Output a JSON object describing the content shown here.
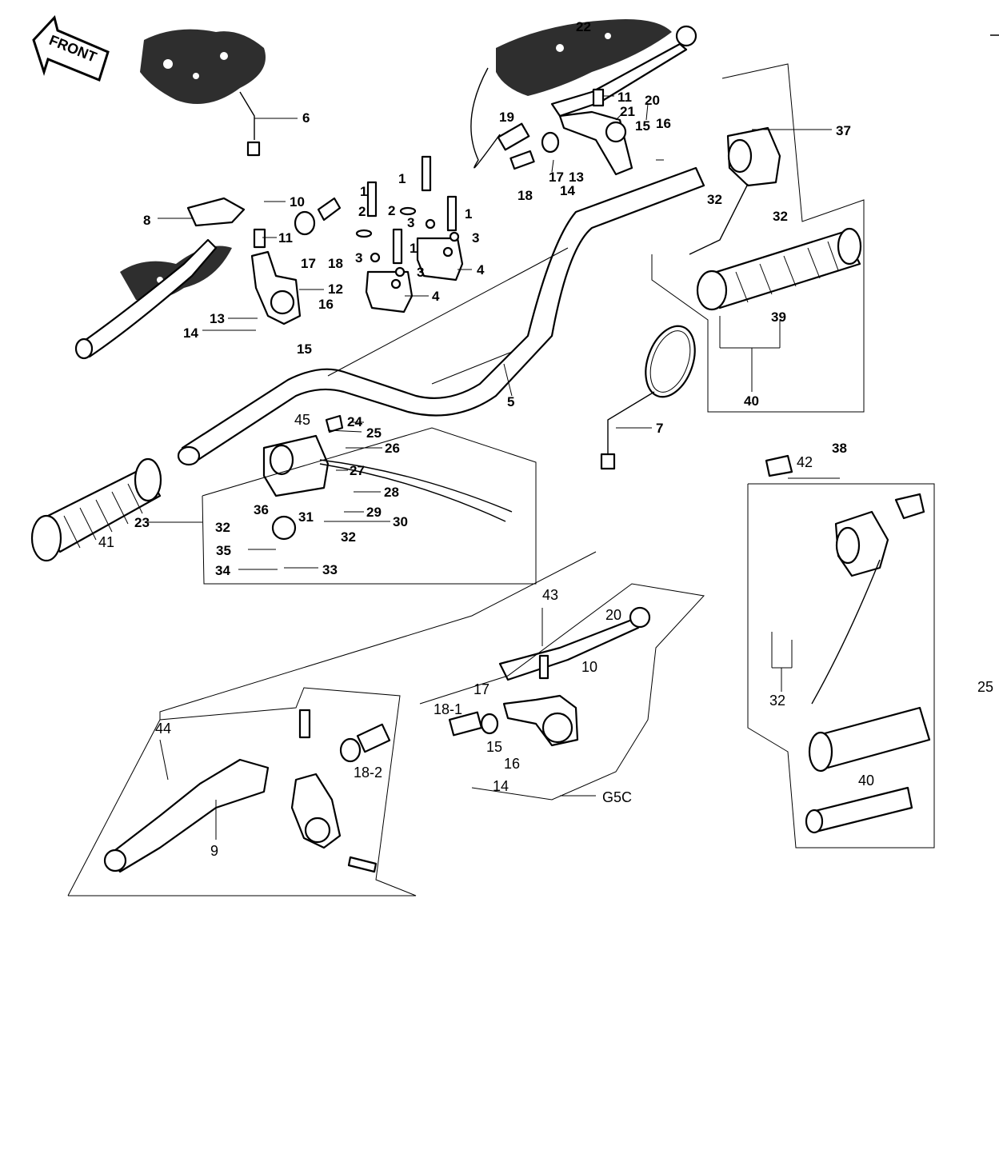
{
  "arrow": {
    "text": "FRONT"
  },
  "page_number": "25",
  "variant_label": "G5C",
  "labels": [
    {
      "id": "l1a",
      "text": "1"
    },
    {
      "id": "l1b",
      "text": "1"
    },
    {
      "id": "l1c",
      "text": "1"
    },
    {
      "id": "l1d",
      "text": "1"
    },
    {
      "id": "l2a",
      "text": "2"
    },
    {
      "id": "l2b",
      "text": "2"
    },
    {
      "id": "l3a",
      "text": "3"
    },
    {
      "id": "l3b",
      "text": "3"
    },
    {
      "id": "l3c",
      "text": "3"
    },
    {
      "id": "l3d",
      "text": "3"
    },
    {
      "id": "l4a",
      "text": "4"
    },
    {
      "id": "l4b",
      "text": "4"
    },
    {
      "id": "l5",
      "text": "5"
    },
    {
      "id": "l6",
      "text": "6"
    },
    {
      "id": "l7",
      "text": "7"
    },
    {
      "id": "l8",
      "text": "8"
    },
    {
      "id": "l9",
      "text": "9"
    },
    {
      "id": "l10a",
      "text": "10"
    },
    {
      "id": "l10b",
      "text": "10"
    },
    {
      "id": "l11a",
      "text": "11"
    },
    {
      "id": "l11b",
      "text": "11"
    },
    {
      "id": "l12",
      "text": "12"
    },
    {
      "id": "l13a",
      "text": "13"
    },
    {
      "id": "l13b",
      "text": "13"
    },
    {
      "id": "l14a",
      "text": "14"
    },
    {
      "id": "l14b",
      "text": "14"
    },
    {
      "id": "l14c",
      "text": "14"
    },
    {
      "id": "l15a",
      "text": "15"
    },
    {
      "id": "l15b",
      "text": "15"
    },
    {
      "id": "l15c",
      "text": "15"
    },
    {
      "id": "l16a",
      "text": "16"
    },
    {
      "id": "l16b",
      "text": "16"
    },
    {
      "id": "l16c",
      "text": "16"
    },
    {
      "id": "l17a",
      "text": "17"
    },
    {
      "id": "l17b",
      "text": "17"
    },
    {
      "id": "l17c",
      "text": "17"
    },
    {
      "id": "l18a",
      "text": "18"
    },
    {
      "id": "l18b",
      "text": "18"
    },
    {
      "id": "l18_1",
      "text": "18-1"
    },
    {
      "id": "l18_2",
      "text": "18-2"
    },
    {
      "id": "l19",
      "text": "19"
    },
    {
      "id": "l20a",
      "text": "20"
    },
    {
      "id": "l20b",
      "text": "20"
    },
    {
      "id": "l21",
      "text": "21"
    },
    {
      "id": "l22",
      "text": "22"
    },
    {
      "id": "l23",
      "text": "23"
    },
    {
      "id": "l24",
      "text": "24"
    },
    {
      "id": "l25",
      "text": "25"
    },
    {
      "id": "l26",
      "text": "26"
    },
    {
      "id": "l27",
      "text": "27"
    },
    {
      "id": "l28",
      "text": "28"
    },
    {
      "id": "l29",
      "text": "29"
    },
    {
      "id": "l30",
      "text": "30"
    },
    {
      "id": "l31",
      "text": "31"
    },
    {
      "id": "l32a",
      "text": "32"
    },
    {
      "id": "l32b",
      "text": "32"
    },
    {
      "id": "l32c",
      "text": "32"
    },
    {
      "id": "l32d",
      "text": "32"
    },
    {
      "id": "l32e",
      "text": "32"
    },
    {
      "id": "l33",
      "text": "33"
    },
    {
      "id": "l34",
      "text": "34"
    },
    {
      "id": "l35",
      "text": "35"
    },
    {
      "id": "l36",
      "text": "36"
    },
    {
      "id": "l37",
      "text": "37"
    },
    {
      "id": "l38",
      "text": "38"
    },
    {
      "id": "l39",
      "text": "39"
    },
    {
      "id": "l40a",
      "text": "40"
    },
    {
      "id": "l40b",
      "text": "40"
    },
    {
      "id": "l41",
      "text": "41"
    },
    {
      "id": "l42",
      "text": "42"
    },
    {
      "id": "l43",
      "text": "43"
    },
    {
      "id": "l44",
      "text": "44"
    },
    {
      "id": "l45",
      "text": "45"
    }
  ]
}
